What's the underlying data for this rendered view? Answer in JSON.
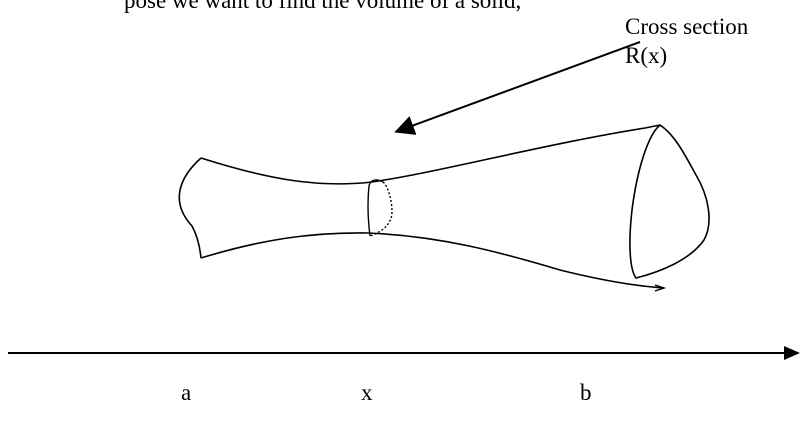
{
  "text": {
    "intro_fragment": "pose we want to find the volume of a solid,",
    "cross_section_line1": "Cross section",
    "cross_section_line2": "R(x)"
  },
  "axis": {
    "labels": [
      "a",
      "x",
      "b"
    ]
  },
  "colors": {
    "ink": "#000000",
    "background": "#ffffff"
  }
}
